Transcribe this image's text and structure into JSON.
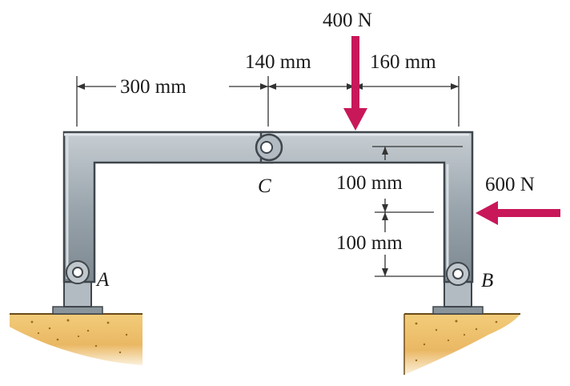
{
  "figure": {
    "dimensions": {
      "d300": "300 mm",
      "d140": "140 mm",
      "d160": "160 mm",
      "d100_upper": "100 mm",
      "d100_lower": "100 mm"
    },
    "forces": {
      "vertical": "400 N",
      "horizontal": "600 N"
    },
    "points": {
      "A": "A",
      "B": "B",
      "C": "C"
    },
    "colors": {
      "force_arrow": "#c8185a",
      "frame_fill": "#9aa5ad",
      "frame_edge": "#3f464c",
      "ground_fill": "#e8b860",
      "ground_speckle": "#9a6a22"
    }
  }
}
